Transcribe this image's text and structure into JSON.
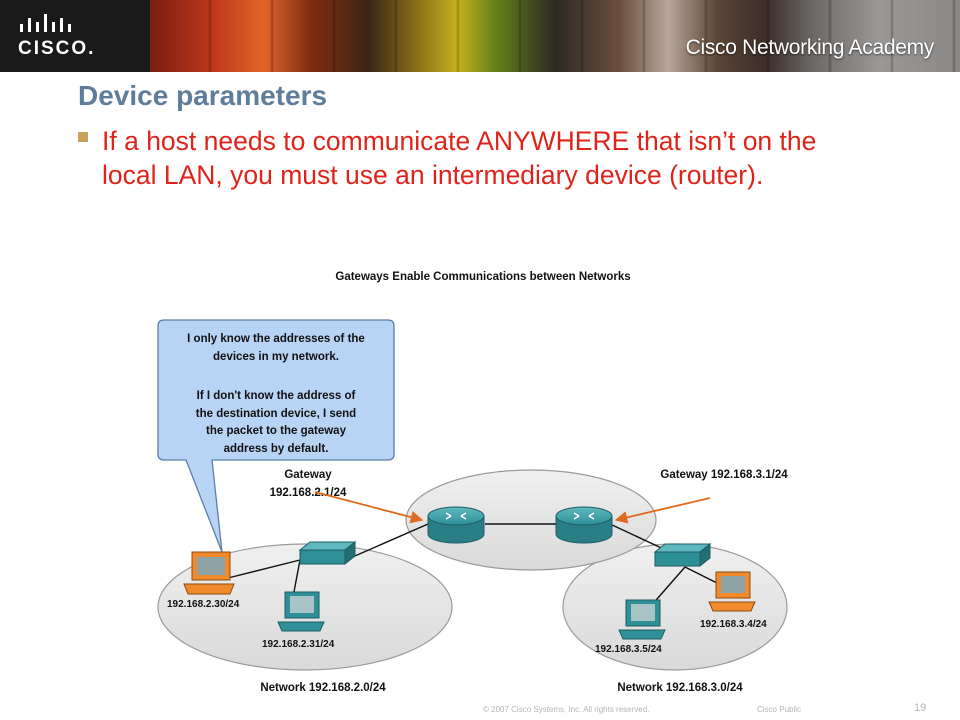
{
  "header": {
    "logo_text": "CISCO.",
    "academy_text": "Cisco Networking Academy"
  },
  "slide": {
    "title": "Device parameters",
    "bullet": "If a host needs to communicate ANYWHERE that isn’t on the local LAN, you must use an intermediary device (router)."
  },
  "diagram": {
    "title": "Gateways Enable Communications between Networks",
    "callout_lines": [
      "I only know the addresses of the",
      "devices in my network.",
      "",
      "If I don't know the address of",
      "the destination device, I send",
      "the packet to the gateway",
      "address by default."
    ],
    "gateway_left_line1": "Gateway",
    "gateway_left_line2": "192.168.2.1/24",
    "gateway_right": "Gateway 192.168.3.1/24",
    "hosts": {
      "h230": "192.168.2.30/24",
      "h231": "192.168.2.31/24",
      "h35": "192.168.3.5/24",
      "h34": "192.168.3.4/24"
    },
    "networks": {
      "left": "Network 192.168.2.0/24",
      "right": "Network 192.168.3.0/24"
    }
  },
  "footer": {
    "copyright": "© 2007 Cisco Systems, Inc. All rights reserved.",
    "classification": "Cisco Public",
    "page_number": "19"
  },
  "colors": {
    "title": "#5e7d9a",
    "bullet_text": "#e0231a",
    "callout_fill": "#b7d4f5",
    "arrow": "#e06a1f",
    "cloud_fill": "#e6e6e6",
    "device": "#2f8f96"
  }
}
